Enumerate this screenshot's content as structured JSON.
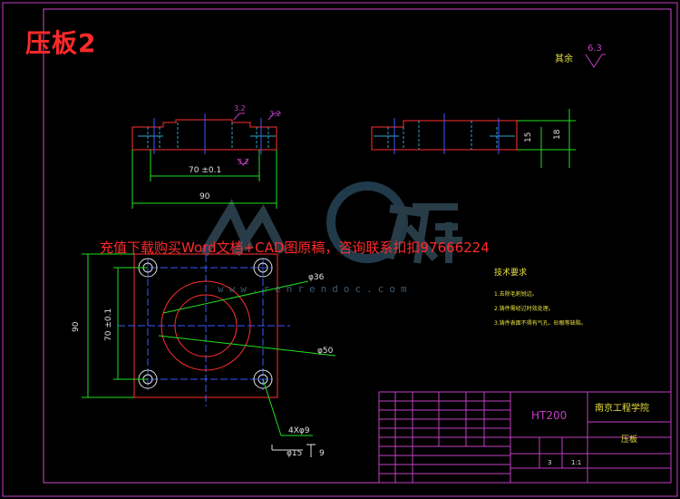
{
  "title": "压板2",
  "surface_roughness": {
    "label": "其余",
    "value": "6.3"
  },
  "top_view": {
    "roughness_left": "3.2",
    "roughness_right": "3.2",
    "roughness_mid": "3.2",
    "dim_inner": "70 ±0.1",
    "dim_outer": "90"
  },
  "side_view": {
    "dim_15": "15",
    "dim_18": "18"
  },
  "plan_view": {
    "dim_height": "90",
    "dim_inner_height": "70 ±0.1",
    "dia_36": "φ36",
    "dia_50": "φ50",
    "hole_spec": "4Xφ9",
    "counterbore_dia": "φ15",
    "counterbore_depth": "9"
  },
  "tech_req": {
    "heading": "技术要求",
    "items": [
      "1.去除毛刺锐边。",
      "2.铸件需经过时效处理。",
      "3.铸件表面不得有气孔、砂眼等缺陷。"
    ]
  },
  "title_block": {
    "material": "HT200",
    "school": "南京工程学院",
    "part_name": "压板",
    "scale": "1:1",
    "qty": "3"
  },
  "watermark": {
    "brand": "人人文库",
    "url": "www.renrendoc.com",
    "ad": "充值下载购买Word文档+CAD图原稿，咨询联系扣扣97666224"
  }
}
